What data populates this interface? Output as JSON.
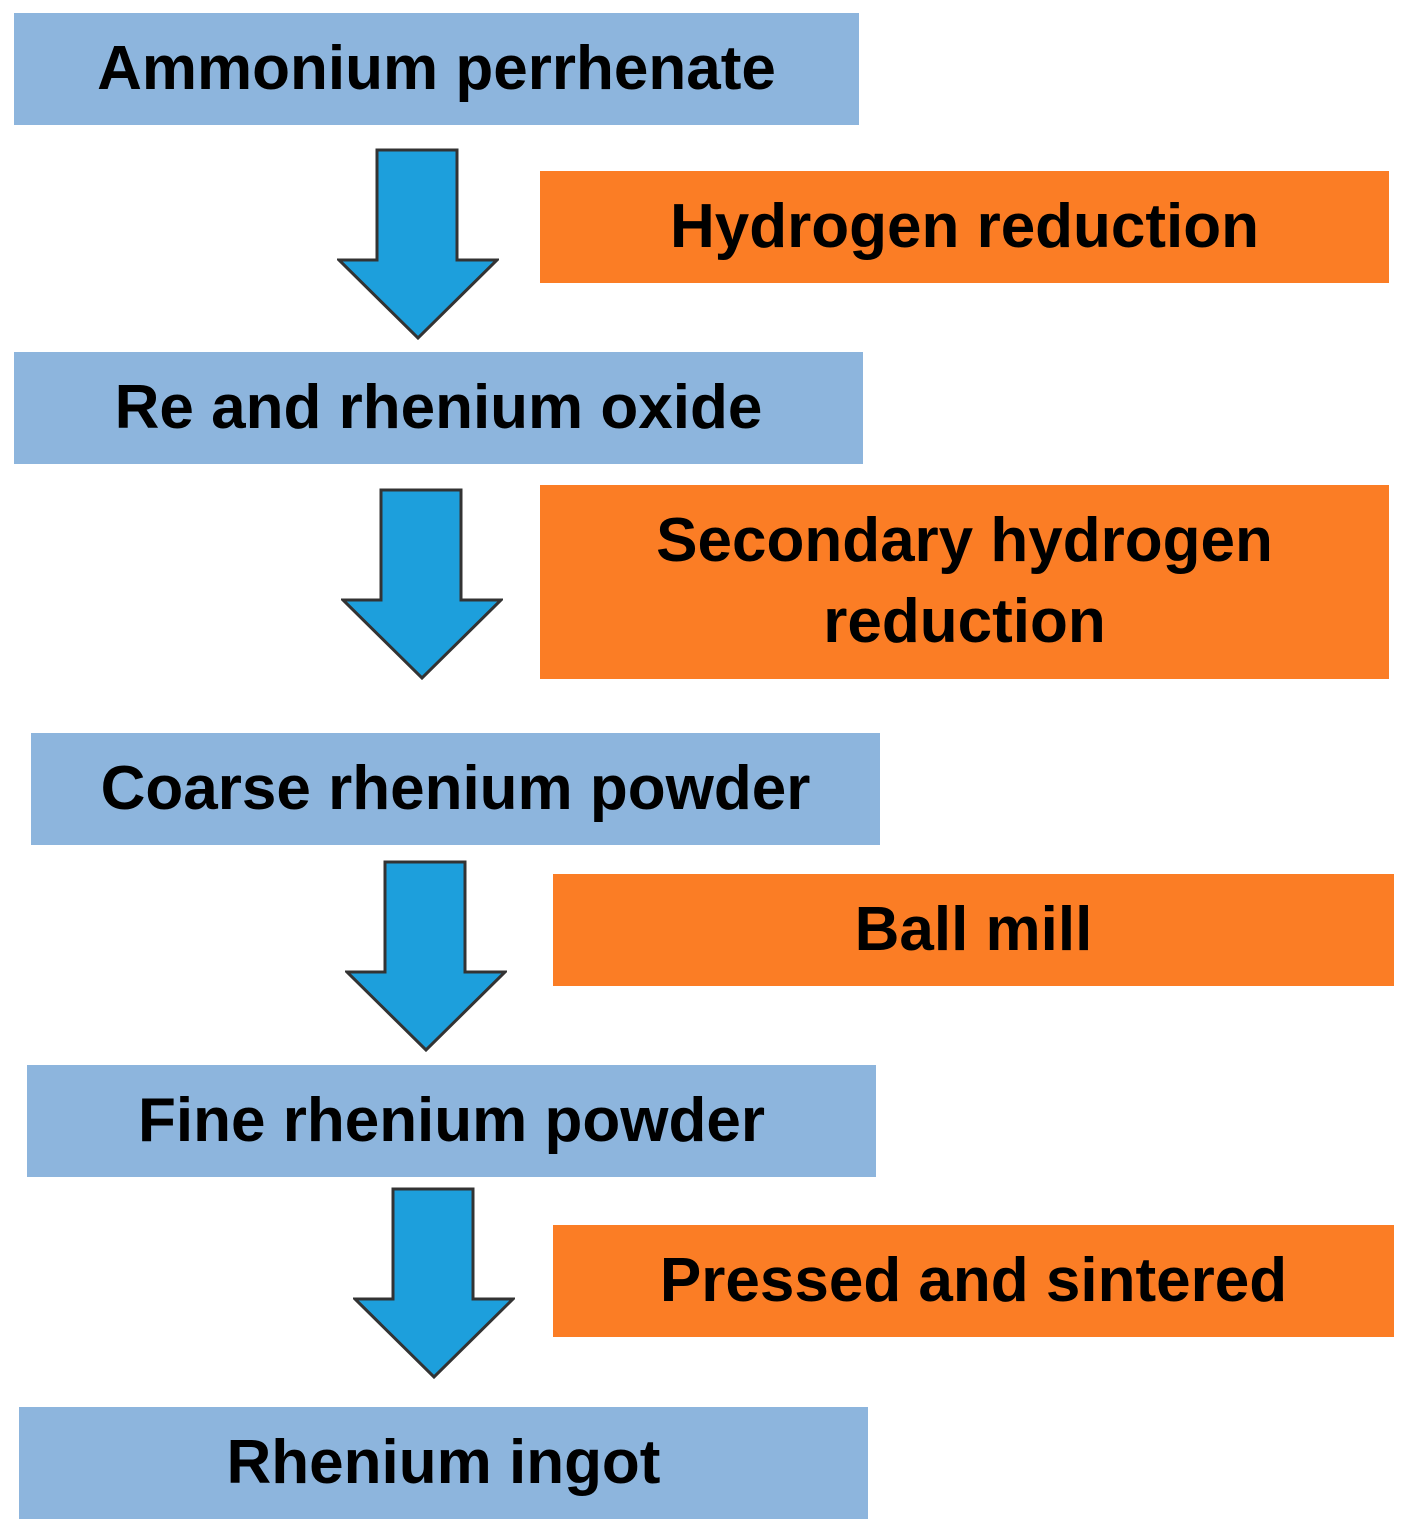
{
  "materials": [
    {
      "label": "Ammonium perrhenate"
    },
    {
      "label": "Re and rhenium oxide"
    },
    {
      "label": "Coarse rhenium powder"
    },
    {
      "label": "Fine rhenium powder"
    },
    {
      "label": "Rhenium ingot"
    }
  ],
  "processes": [
    {
      "label": "Hydrogen reduction"
    },
    {
      "label": "Secondary hydrogen reduction"
    },
    {
      "label": "Ball mill"
    },
    {
      "label": "Pressed and sintered"
    }
  ],
  "colors": {
    "material_box": "#8db5dd",
    "process_box": "#fb7d25",
    "arrow_fill": "#1d9fdc",
    "arrow_stroke": "#333333"
  },
  "icons": {
    "flow_arrow": "arrow-down-icon"
  }
}
